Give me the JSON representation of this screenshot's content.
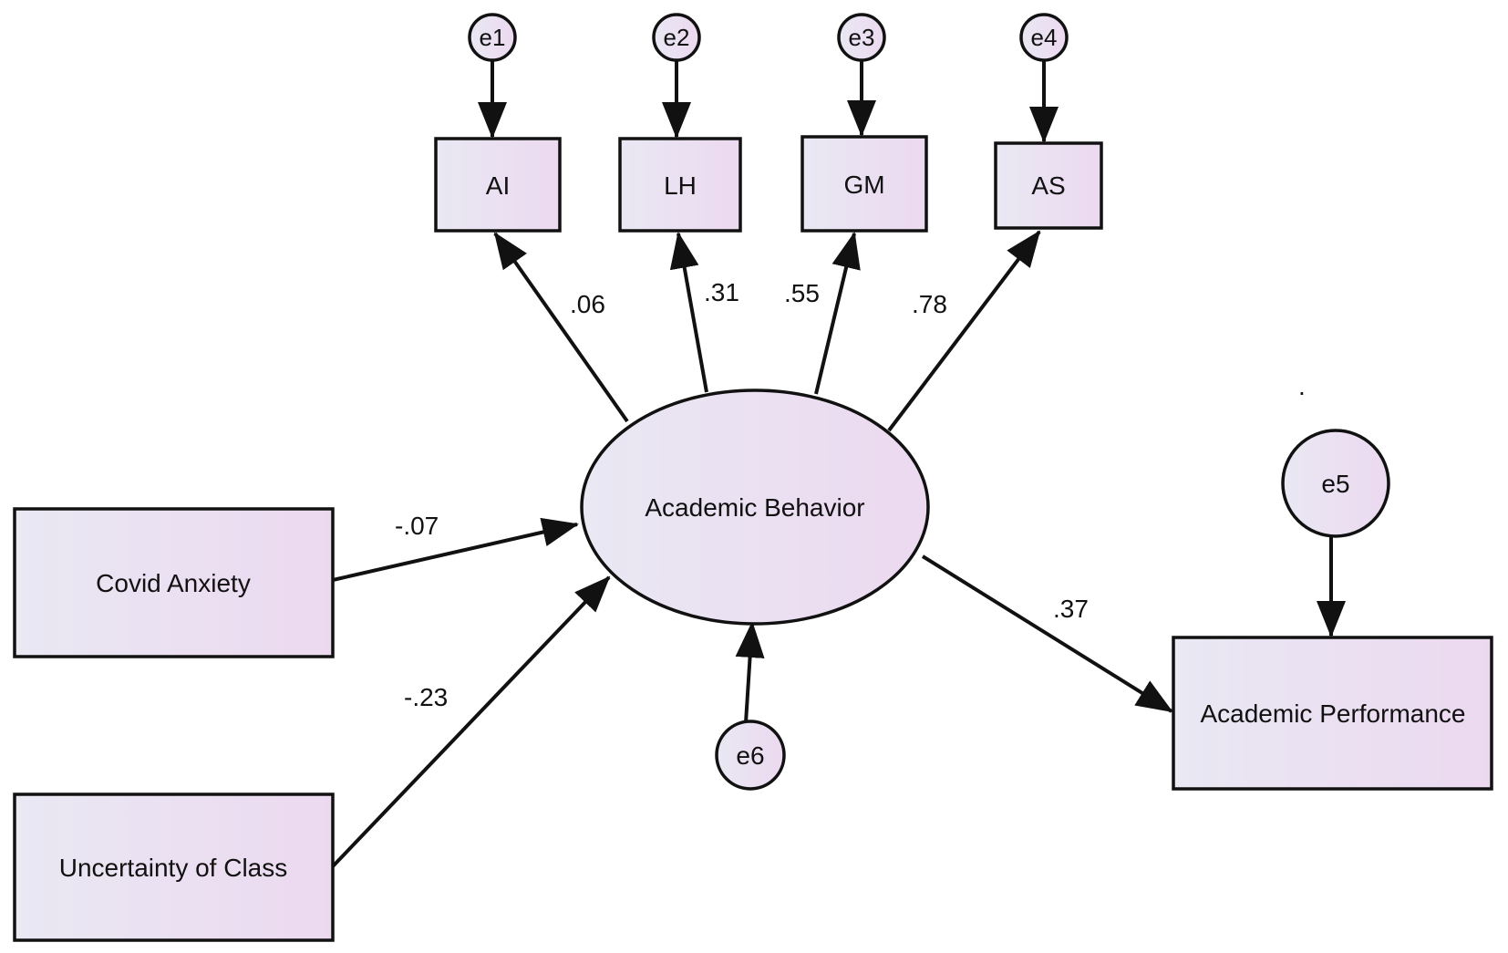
{
  "colors": {
    "node_fill_light": "#e9e8f3",
    "node_fill_accent": "#ecd9f0",
    "stroke": "#111111",
    "background": "#ffffff"
  },
  "nodes": {
    "e1": "e1",
    "e2": "e2",
    "e3": "e3",
    "e4": "e4",
    "e5": "e5",
    "e6": "e6",
    "ai": "AI",
    "lh": "LH",
    "gm": "GM",
    "as": "AS",
    "academic_behavior": "Academic Behavior",
    "covid_anxiety": "Covid Anxiety",
    "uncertainty_of_class": "Uncertainty of Class",
    "academic_performance": "Academic Performance"
  },
  "coefficients": {
    "ab_to_ai": ".06",
    "ab_to_lh": ".31",
    "ab_to_gm": ".55",
    "ab_to_as": ".78",
    "covid_to_ab": "-.07",
    "uncertainty_to_ab": "-.23",
    "ab_to_performance": ".37"
  },
  "stray_mark": "."
}
